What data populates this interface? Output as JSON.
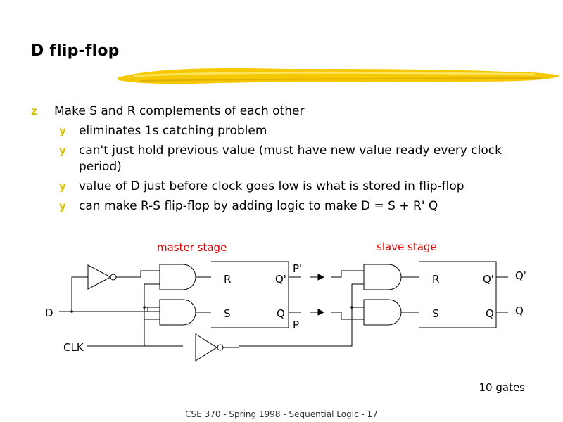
{
  "title": "D flip-flop",
  "bullets": {
    "main": "Make S and R complements of each other",
    "sub": [
      "eliminates 1s catching problem",
      "can't just hold previous value (must have new value ready every clock period)",
      "value of D just before clock goes low is what is stored in flip-flop",
      "can make R-S flip-flop by adding logic to make D = S + R' Q"
    ]
  },
  "diagram": {
    "master_label": "master stage",
    "slave_label": "slave stage",
    "input_d": "D",
    "input_clk": "CLK",
    "master_r": "R",
    "master_s": "S",
    "master_qbar": "Q'",
    "master_q": "Q",
    "master_out_p_bar": "P'",
    "master_out_p": "P",
    "slave_r": "R",
    "slave_s": "S",
    "slave_qbar": "Q'",
    "slave_q": "Q",
    "out_qbar": "Q'",
    "out_q": "Q",
    "label_color": "#e00000"
  },
  "gate_count": "10 gates",
  "footer": "CSE 370 - Spring 1998 - Sequential Logic - 17",
  "colors": {
    "accent": "#f5c800",
    "bullet": "#d6c000"
  }
}
